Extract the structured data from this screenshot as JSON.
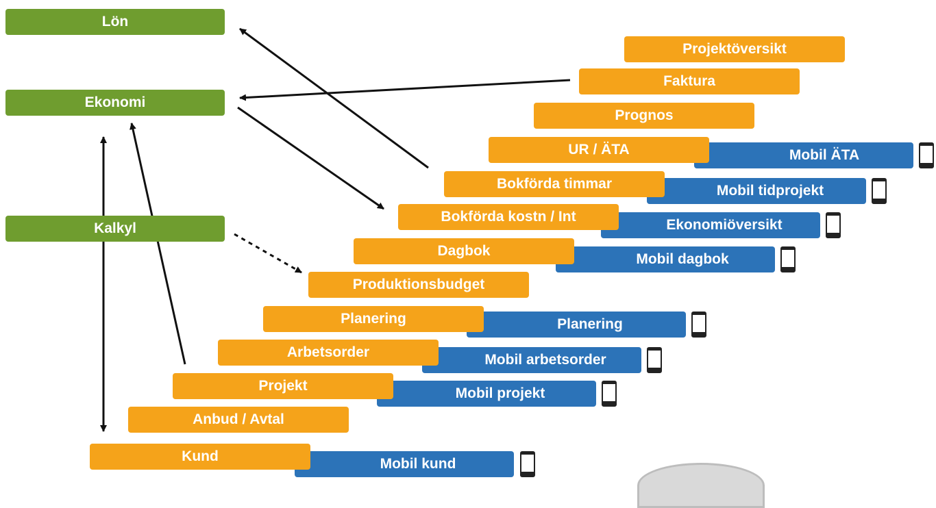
{
  "modules": {
    "lon": "Lön",
    "ekonomi": "Ekonomi",
    "kalkyl": "Kalkyl"
  },
  "steps": {
    "projektoversikt": "Projektöversikt",
    "faktura": "Faktura",
    "prognos": "Prognos",
    "ur_ata": "UR / ÄTA",
    "bokforda_timmar": "Bokförda timmar",
    "bokforda_kostn": "Bokförda kostn / Int",
    "dagbok": "Dagbok",
    "produktionsbudget": "Produktionsbudget",
    "planering": "Planering",
    "arbetsorder": "Arbetsorder",
    "projekt": "Projekt",
    "anbud_avtal": "Anbud / Avtal",
    "kund": "Kund"
  },
  "mobile": {
    "mobil_ata": "Mobil ÄTA",
    "mobil_tidprojekt": "Mobil tidprojekt",
    "ekonomioversikt": "Ekonomiöversikt",
    "mobil_dagbok": "Mobil dagbok",
    "planering": "Planering",
    "mobil_arbetsorder": "Mobil arbetsorder",
    "mobil_projekt": "Mobil projekt",
    "mobil_kund": "Mobil kund"
  },
  "colors": {
    "module_green": "#6f9d2f",
    "step_orange": "#f5a31a",
    "mobile_blue": "#2c73b8",
    "arrow": "#111111"
  },
  "icons": {
    "phone": "mobile-phone-icon"
  }
}
